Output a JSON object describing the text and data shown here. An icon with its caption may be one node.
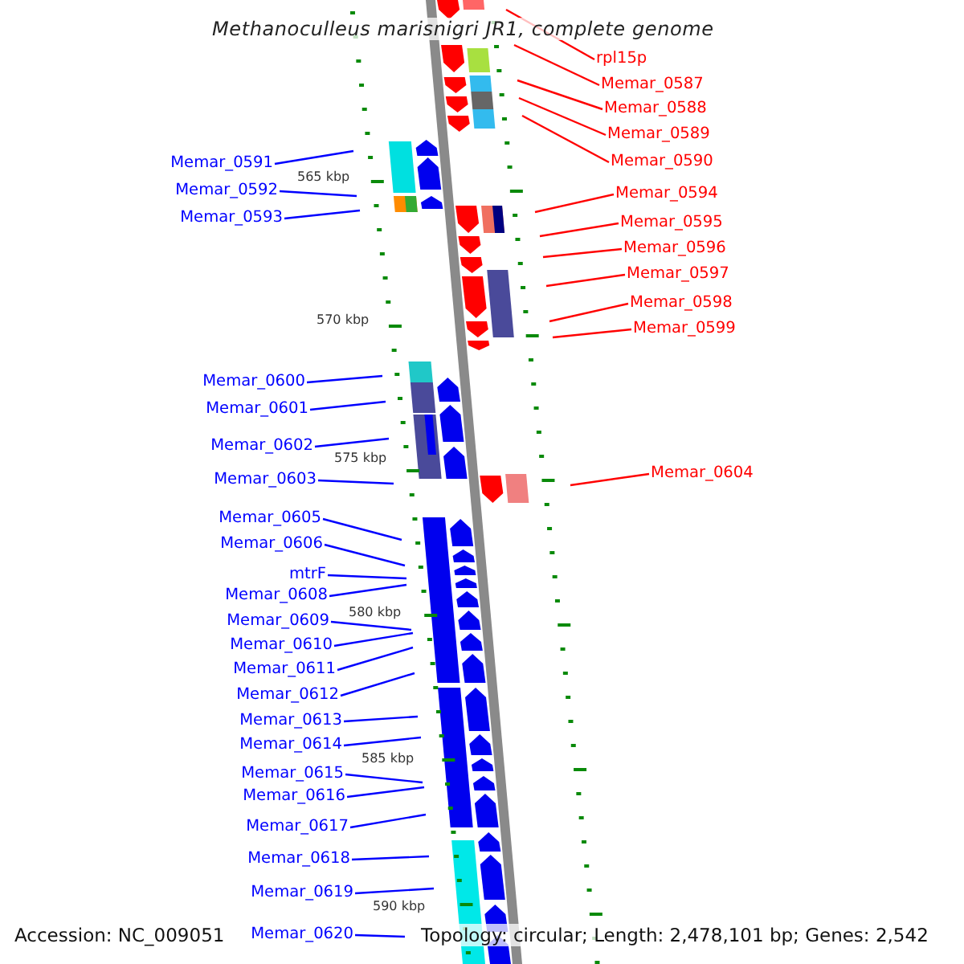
{
  "diagram": {
    "title": "Methanoculleus marisnigri JR1, complete genome",
    "nodes": [
      {
        "text": [
          "rpl15p"
        ]
      },
      {
        "text": [
          "Memar_0587"
        ]
      },
      {
        "text": [
          "Memar_0588"
        ]
      },
      {
        "text": [
          "Memar_0589"
        ]
      },
      {
        "text": [
          "Memar_0590"
        ]
      },
      {
        "text": [
          "Memar_0591"
        ]
      },
      {
        "text": [
          "Memar_0592"
        ]
      },
      {
        "text": [
          "Memar_0593"
        ]
      },
      {
        "text": [
          "Memar_0594"
        ]
      },
      {
        "text": [
          "Memar_0595"
        ]
      },
      {
        "text": [
          "Memar_0596"
        ]
      },
      {
        "text": [
          "Memar_0597"
        ]
      },
      {
        "text": [
          "Memar_0598"
        ]
      },
      {
        "text": [
          "Memar_0599"
        ]
      },
      {
        "text": [
          "Memar_0600"
        ]
      },
      {
        "text": [
          "Memar_0601"
        ]
      },
      {
        "text": [
          "Memar_0602"
        ]
      },
      {
        "text": [
          "Memar_0603"
        ]
      },
      {
        "text": [
          "Memar_0604"
        ]
      },
      {
        "text": [
          "Memar_0605"
        ]
      },
      {
        "text": [
          "Memar_0606"
        ]
      },
      {
        "text": [
          "mtrF"
        ]
      },
      {
        "text": [
          "Memar_0608"
        ]
      },
      {
        "text": [
          "Memar_0609"
        ]
      },
      {
        "text": [
          "Memar_0610"
        ]
      },
      {
        "text": [
          "Memar_0611"
        ]
      },
      {
        "text": [
          "Memar_0612"
        ]
      },
      {
        "text": [
          "Memar_0613"
        ]
      },
      {
        "text": [
          "Memar_0614"
        ]
      },
      {
        "text": [
          "Memar_0615"
        ]
      },
      {
        "text": [
          "Memar_0616"
        ]
      },
      {
        "text": [
          "Memar_0617"
        ]
      },
      {
        "text": [
          "Memar_0618"
        ]
      },
      {
        "text": [
          "Memar_0619"
        ]
      },
      {
        "text": [
          "Memar_0620"
        ]
      }
    ],
    "edges": [
      {
        "from": 0,
        "to": null,
        "arrow": "none",
        "color": "#ff0000"
      },
      {
        "from": 1,
        "to": null,
        "arrow": "none",
        "color": "#ff0000"
      },
      {
        "from": 2,
        "to": null,
        "arrow": "none",
        "color": "#ff0000"
      },
      {
        "from": 3,
        "to": null,
        "arrow": "none",
        "color": "#ff0000"
      },
      {
        "from": 4,
        "to": null,
        "arrow": "none",
        "color": "#ff0000"
      },
      {
        "from": 5,
        "to": null,
        "arrow": "none"
      },
      {
        "from": 6,
        "to": null,
        "arrow": "none"
      },
      {
        "from": 7,
        "to": null,
        "arrow": "none"
      },
      {
        "from": 8,
        "to": null,
        "arrow": "none",
        "color": "#ff0000"
      },
      {
        "from": 9,
        "to": null,
        "arrow": "none",
        "color": "#ff0000"
      },
      {
        "from": 10,
        "to": null,
        "arrow": "none",
        "color": "#ff0000"
      },
      {
        "from": 11,
        "to": null,
        "arrow": "none",
        "color": "#ff0000"
      },
      {
        "from": 12,
        "to": null,
        "arrow": "none",
        "color": "#ff0000"
      },
      {
        "from": 13,
        "to": null,
        "arrow": "none",
        "color": "#ff0000"
      },
      {
        "from": 14,
        "to": null,
        "arrow": "none"
      },
      {
        "from": 15,
        "to": null,
        "arrow": "none"
      },
      {
        "from": 16,
        "to": null,
        "arrow": "none"
      },
      {
        "from": 17,
        "to": null,
        "arrow": "none"
      },
      {
        "from": 18,
        "to": null,
        "arrow": "none",
        "color": "#ff0000"
      },
      {
        "from": 19,
        "to": null,
        "arrow": "none"
      },
      {
        "from": 20,
        "to": null,
        "arrow": "none"
      },
      {
        "from": 21,
        "to": null,
        "arrow": "none"
      },
      {
        "from": 22,
        "to": null,
        "arrow": "none"
      },
      {
        "from": 23,
        "to": null,
        "arrow": "none"
      },
      {
        "from": 24,
        "to": null,
        "arrow": "none"
      },
      {
        "from": 25,
        "to": null,
        "arrow": "none"
      },
      {
        "from": 26,
        "to": null,
        "arrow": "none"
      },
      {
        "from": 27,
        "to": null,
        "arrow": "none"
      },
      {
        "from": 28,
        "to": null,
        "arrow": "none"
      },
      {
        "from": 29,
        "to": null,
        "arrow": "none"
      },
      {
        "from": 30,
        "to": null,
        "arrow": "none"
      },
      {
        "from": 31,
        "to": null,
        "arrow": "none"
      },
      {
        "from": 32,
        "to": null,
        "arrow": "none"
      },
      {
        "from": 33,
        "to": null,
        "arrow": "none"
      },
      {
        "from": 34,
        "to": null,
        "arrow": "none"
      }
    ],
    "labels": [
      "565 kbp",
      "570 kbp",
      "575 kbp",
      "580 kbp",
      "585 kbp",
      "590 kbp",
      "Accession: NC_009051",
      "Topology: circular; Length: 2,478,101 bp; Genes: 2,542"
    ]
  }
}
